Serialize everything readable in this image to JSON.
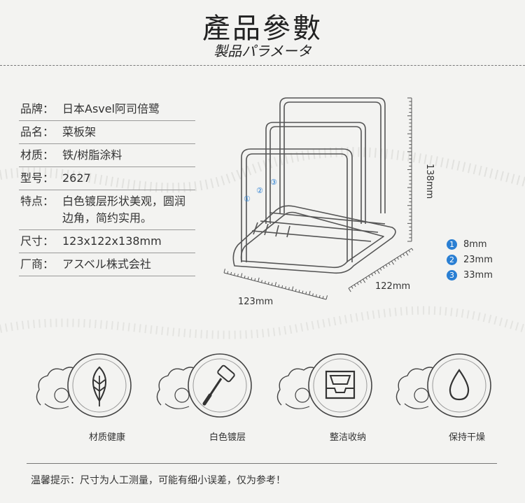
{
  "header": {
    "title": "產品參數",
    "subtitle": "製品パラメータ"
  },
  "specs": [
    {
      "label": "品牌：",
      "value": "日本Asvel阿司倍鹭"
    },
    {
      "label": "品名：",
      "value": "菜板架"
    },
    {
      "label": "材质：",
      "value": "铁/树脂涂料"
    },
    {
      "label": "型号：",
      "value": "2627"
    },
    {
      "label": "特点：",
      "value": "白色镀层形状美观，圆润边角，简约实用。"
    },
    {
      "label": "尺寸：",
      "value": "123x122x138mm"
    },
    {
      "label": "厂商：",
      "value": "アスベル株式会社"
    }
  ],
  "diagram": {
    "height_label": "138mm",
    "depth_label": "122mm",
    "width_label": "123mm",
    "slot_markers": [
      "①",
      "②",
      "③"
    ]
  },
  "legend": [
    {
      "num": "1",
      "text": "8mm"
    },
    {
      "num": "2",
      "text": "23mm"
    },
    {
      "num": "3",
      "text": "33mm"
    }
  ],
  "features": [
    {
      "label": "材质健康",
      "icon": "leaf-icon"
    },
    {
      "label": "白色镀层",
      "icon": "paint-roller-icon"
    },
    {
      "label": "整洁收纳",
      "icon": "tray-icon"
    },
    {
      "label": "保持干燥",
      "icon": "water-drop-icon"
    }
  ],
  "notice": "温馨提示：尺寸为人工测量，可能有细小误差，仅为参考！",
  "colors": {
    "background": "#f3f3f1",
    "legend_blue": "#2a7fd3",
    "line": "#555555"
  }
}
